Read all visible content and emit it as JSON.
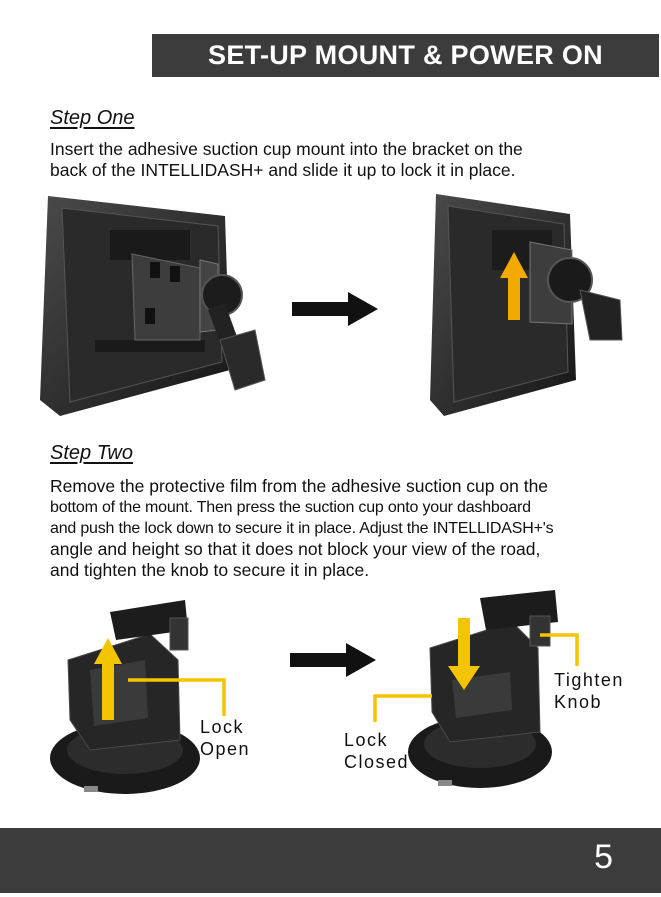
{
  "header": {
    "title": "SET-UP MOUNT & POWER ON"
  },
  "step_one": {
    "heading": "Step One",
    "lines": [
      "Insert the adhesive suction cup mount into the bracket on the",
      "back of the INTELLIDASH+ and slide it up to lock it in place."
    ]
  },
  "step_two": {
    "heading": "Step Two",
    "lines": [
      "Remove the protective film from the adhesive suction cup on the",
      "bottom of the mount. Then press the suction cup onto your dashboard",
      "and push the lock down to secure it in place. Adjust the INTELLIDASH+'s",
      "angle and height so that it does not block your view of the road,",
      "and tighten the knob to secure it in place."
    ]
  },
  "callouts": {
    "lock_open": [
      "Lock",
      "Open"
    ],
    "lock_closed": [
      "Lock",
      "Closed"
    ],
    "tighten_knob": [
      "Tighten",
      "Knob"
    ]
  },
  "colors": {
    "accent": "#f5c400",
    "arrow": "#f2a900",
    "bar": "#3c3c3c"
  },
  "footer": {
    "page_number": "5"
  }
}
